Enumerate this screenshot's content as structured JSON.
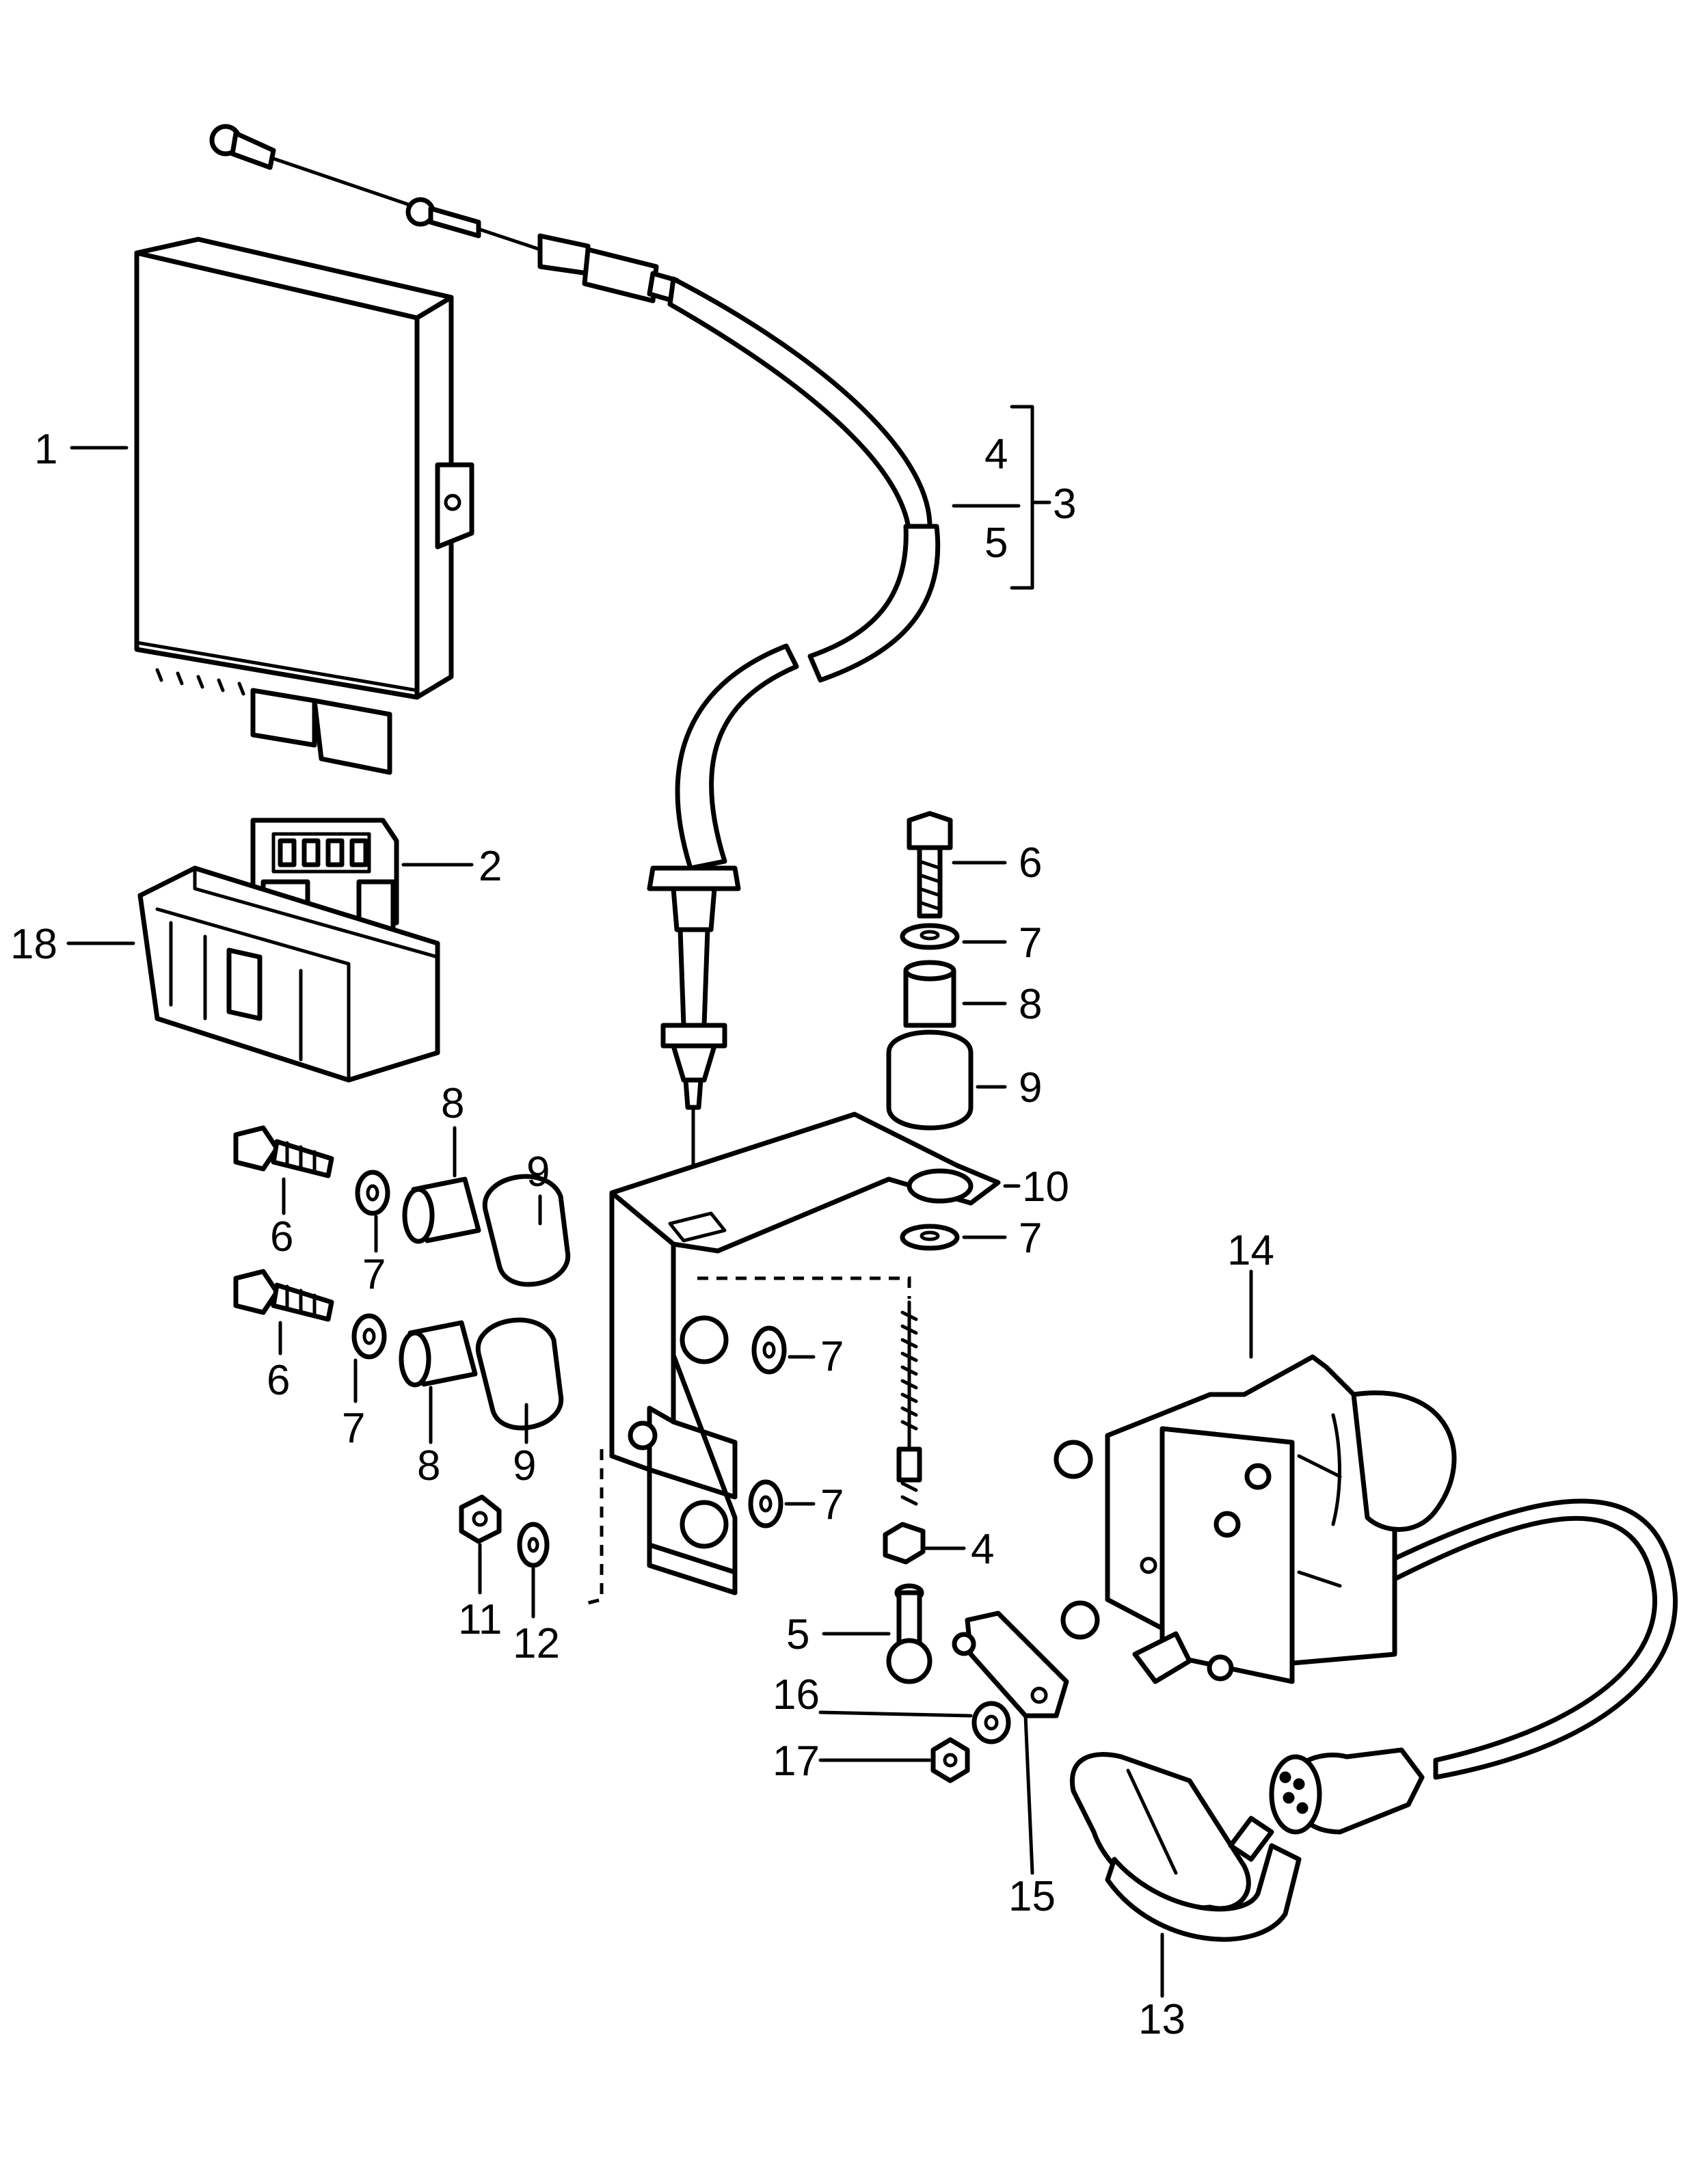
{
  "callouts": [
    {
      "id": "c1",
      "label": "1"
    },
    {
      "id": "c2",
      "label": "2"
    },
    {
      "id": "c3",
      "label": "3"
    },
    {
      "id": "c4a",
      "label": "4"
    },
    {
      "id": "c5a",
      "label": "5"
    },
    {
      "id": "c6a",
      "label": "6"
    },
    {
      "id": "c7a",
      "label": "7"
    },
    {
      "id": "c8a",
      "label": "8"
    },
    {
      "id": "c9a",
      "label": "9"
    },
    {
      "id": "c10",
      "label": "10"
    },
    {
      "id": "c7b",
      "label": "7"
    },
    {
      "id": "c18",
      "label": "18"
    },
    {
      "id": "c8b",
      "label": "8"
    },
    {
      "id": "c9b",
      "label": "9"
    },
    {
      "id": "c6b",
      "label": "6"
    },
    {
      "id": "c7c",
      "label": "7"
    },
    {
      "id": "c6c",
      "label": "6"
    },
    {
      "id": "c7d",
      "label": "7"
    },
    {
      "id": "c8c",
      "label": "8"
    },
    {
      "id": "c9c",
      "label": "9"
    },
    {
      "id": "c7e",
      "label": "7"
    },
    {
      "id": "c7f",
      "label": "7"
    },
    {
      "id": "c11",
      "label": "11"
    },
    {
      "id": "c12",
      "label": "12"
    },
    {
      "id": "c4b",
      "label": "4"
    },
    {
      "id": "c5b",
      "label": "5"
    },
    {
      "id": "c14",
      "label": "14"
    },
    {
      "id": "c16",
      "label": "16"
    },
    {
      "id": "c17",
      "label": "17"
    },
    {
      "id": "c15",
      "label": "15"
    },
    {
      "id": "c13",
      "label": "13"
    }
  ]
}
